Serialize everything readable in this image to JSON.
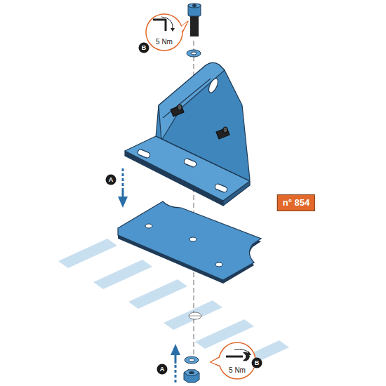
{
  "diagram": {
    "nodes": [
      {
        "text": [
          "5 Nm"
        ]
      },
      {
        "text": [
          "B"
        ]
      },
      {
        "text": [
          "A"
        ]
      },
      {
        "text": [
          "n° 854"
        ]
      },
      {
        "text": [
          "A"
        ]
      },
      {
        "text": [
          "5 Nm"
        ]
      },
      {
        "text": [
          "B"
        ]
      }
    ]
  }
}
